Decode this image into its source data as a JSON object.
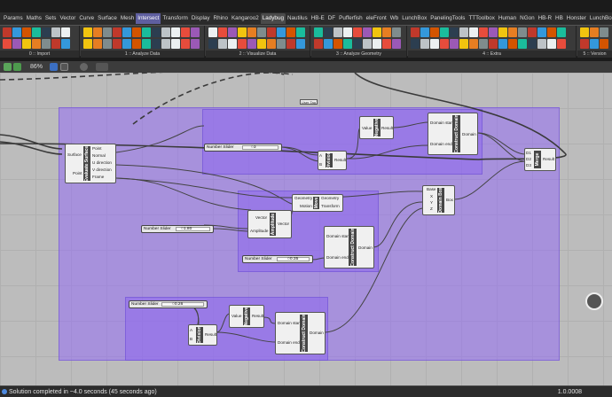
{
  "menu_tabs": [
    "Params",
    "Maths",
    "Sets",
    "Vector",
    "Curve",
    "Surface",
    "Mesh",
    "Intersect",
    "Transform",
    "Display",
    "Rhino",
    "Kangaroo2",
    "Ladybug",
    "Nautilus",
    "HB-E",
    "DF",
    "Pufferfish",
    "eleFront",
    "Wb",
    "LunchBox",
    "PanelingTools",
    "TTToolbox",
    "Human",
    "NGon",
    "HB-R",
    "HB",
    "Honster",
    "LunchBoxML",
    "FF"
  ],
  "highlighted_tab": "Intersect",
  "active_tab": "Ladybug",
  "ribbon_groups": [
    "0 :: Import",
    "1 :: Analyze Data",
    "2 :: Visualize Data",
    "3 :: Analyze Geometry",
    "4 :: Extra",
    "5 :: Version"
  ],
  "toolbar": {
    "zoom": "86%"
  },
  "canvas": {
    "top_label": "User Tag",
    "components": {
      "explode": {
        "title": "Evaluate Surface",
        "inputs": [
          "Surface",
          "Point"
        ],
        "outputs": [
          "Point",
          "Normal",
          "U direction",
          "V direction",
          "Frame"
        ]
      },
      "negative_top": {
        "title": "Negative",
        "inputs": [
          "Value"
        ],
        "outputs": [
          "Result"
        ]
      },
      "division_top": {
        "title": "Division",
        "inputs": [
          "A",
          "B"
        ],
        "outputs": [
          "Result"
        ]
      },
      "domain_top": {
        "title": "Construct Domain",
        "inputs": [
          "Domain start",
          "Domain end"
        ],
        "outputs": [
          "Domain"
        ]
      },
      "merge": {
        "title": "Merge",
        "inputs": [
          "D1",
          "D2",
          "D3"
        ],
        "outputs": [
          "Result"
        ]
      },
      "move": {
        "title": "Move",
        "inputs": [
          "Geometry",
          "Motion"
        ],
        "outputs": [
          "Geometry",
          "Transform"
        ]
      },
      "amplitude": {
        "title": "Amplitude",
        "inputs": [
          "Vector",
          "Amplitude"
        ],
        "outputs": [
          "Vector"
        ]
      },
      "domain_mid": {
        "title": "Construct Domain",
        "inputs": [
          "Domain start",
          "Domain end"
        ],
        "outputs": [
          "Domain"
        ]
      },
      "domain_box": {
        "title": "Domain Box",
        "inputs": [
          "Base",
          "X",
          "Y",
          "Z"
        ],
        "outputs": [
          "Box"
        ]
      },
      "division_bot": {
        "title": "Division",
        "inputs": [
          "A",
          "B"
        ],
        "outputs": [
          "Result"
        ]
      },
      "negative_bot": {
        "title": "Negative",
        "inputs": [
          "Value"
        ],
        "outputs": [
          "Result"
        ]
      },
      "domain_bot": {
        "title": "Construct Domain",
        "inputs": [
          "Domain start",
          "Domain end"
        ],
        "outputs": [
          "Domain"
        ]
      }
    },
    "sliders": [
      {
        "label": "Number Slider",
        "value": "3"
      },
      {
        "label": "Number Slider",
        "value": "1.80"
      },
      {
        "label": "Number Slider",
        "value": "0.35"
      },
      {
        "label": "Number Slider",
        "value": "0.26"
      }
    ]
  },
  "status": {
    "message": "Solution completed in ~4.0 seconds (45 seconds ago)",
    "version": "1.0.0008"
  }
}
